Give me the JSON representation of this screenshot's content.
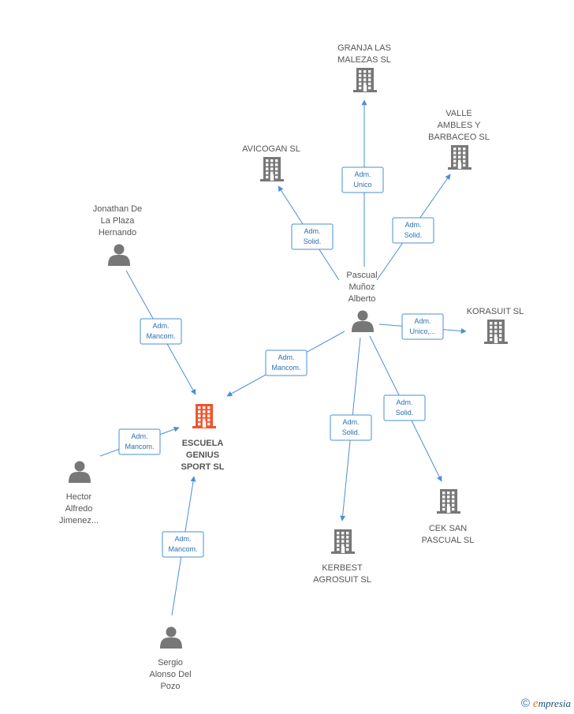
{
  "colors": {
    "edge": "#4a8fd6",
    "company": "#777777",
    "main_company": "#f0542c",
    "person": "#777777",
    "text": "#555555"
  },
  "nodes": [
    {
      "id": "escuela",
      "type": "company-main",
      "lines": [
        "ESCUELA",
        "GENIUS",
        "SPORT  SL"
      ]
    },
    {
      "id": "granja",
      "type": "company",
      "lines": [
        "GRANJA LAS",
        "MALEZAS  SL"
      ]
    },
    {
      "id": "avicogan",
      "type": "company",
      "lines": [
        "AVICOGAN  SL"
      ]
    },
    {
      "id": "valle",
      "type": "company",
      "lines": [
        "VALLE",
        "AMBLES Y",
        "BARBACEO SL"
      ]
    },
    {
      "id": "korasuit",
      "type": "company",
      "lines": [
        "KORASUIT  SL"
      ]
    },
    {
      "id": "cek",
      "type": "company",
      "lines": [
        "CEK SAN",
        "PASCUAL  SL"
      ]
    },
    {
      "id": "kerbest",
      "type": "company",
      "lines": [
        "KERBEST",
        "AGROSUIT  SL"
      ]
    },
    {
      "id": "pascual",
      "type": "person",
      "lines": [
        "Pascual",
        "Muñoz",
        "Alberto"
      ]
    },
    {
      "id": "jonathan",
      "type": "person",
      "lines": [
        "Jonathan De",
        "La Plaza",
        "Hernando"
      ]
    },
    {
      "id": "hector",
      "type": "person",
      "lines": [
        "Hector",
        "Alfredo",
        "Jimenez..."
      ]
    },
    {
      "id": "sergio",
      "type": "person",
      "lines": [
        "Sergio",
        "Alonso Del",
        "Pozo"
      ]
    }
  ],
  "edges": [
    {
      "from": "pascual",
      "to": "granja",
      "lines": [
        "Adm.",
        "Unico"
      ]
    },
    {
      "from": "pascual",
      "to": "avicogan",
      "lines": [
        "Adm.",
        "Solid."
      ]
    },
    {
      "from": "pascual",
      "to": "valle",
      "lines": [
        "Adm.",
        "Solid."
      ]
    },
    {
      "from": "pascual",
      "to": "korasuit",
      "lines": [
        "Adm.",
        "Unico,..."
      ]
    },
    {
      "from": "pascual",
      "to": "cek",
      "lines": [
        "Adm.",
        "Solid."
      ]
    },
    {
      "from": "pascual",
      "to": "kerbest",
      "lines": [
        "Adm.",
        "Solid."
      ]
    },
    {
      "from": "pascual",
      "to": "escuela",
      "lines": [
        "Adm.",
        "Mancom."
      ]
    },
    {
      "from": "jonathan",
      "to": "escuela",
      "lines": [
        "Adm.",
        "Mancom."
      ]
    },
    {
      "from": "hector",
      "to": "escuela",
      "lines": [
        "Adm.",
        "Mancom."
      ]
    },
    {
      "from": "sergio",
      "to": "escuela",
      "lines": [
        "Adm.",
        "Mancom."
      ]
    }
  ],
  "footer": {
    "copyright": "©",
    "brand_first": "e",
    "brand_rest": "mpresia"
  }
}
